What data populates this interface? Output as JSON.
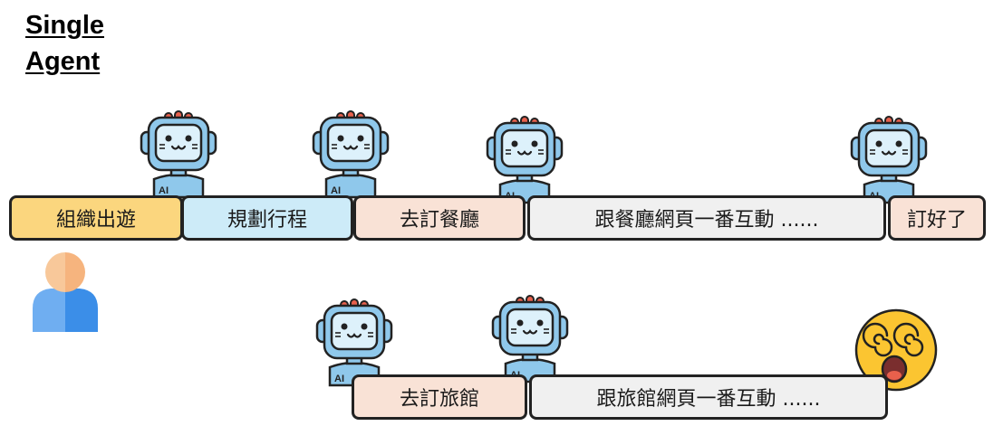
{
  "title": {
    "line1": "Single",
    "line2": "Agent"
  },
  "colors": {
    "orange": "#FBD67E",
    "blue": "#CDEBF8",
    "peach": "#F9E2D6",
    "gray": "#F0F0F0",
    "robot_body": "#8FC8EB",
    "robot_screen": "#DDF1FB",
    "robot_antenna": "#E8604C",
    "user_head": "#F6B47E",
    "user_body": "#3B8EE8",
    "dizzy_face": "#FBC531"
  },
  "row1": {
    "boxes": [
      {
        "label": "組織出遊",
        "color": "orange"
      },
      {
        "label": "規劃行程",
        "color": "blue"
      },
      {
        "label": "去訂餐廳",
        "color": "peach"
      },
      {
        "label": "跟餐廳網頁一番互動 ......",
        "color": "gray"
      },
      {
        "label": "訂好了",
        "color": "peach"
      }
    ]
  },
  "row2": {
    "boxes": [
      {
        "label": "去訂旅館",
        "color": "peach"
      },
      {
        "label": "跟旅館網頁一番互動 ......",
        "color": "gray"
      }
    ]
  },
  "robot_badge": "AI"
}
